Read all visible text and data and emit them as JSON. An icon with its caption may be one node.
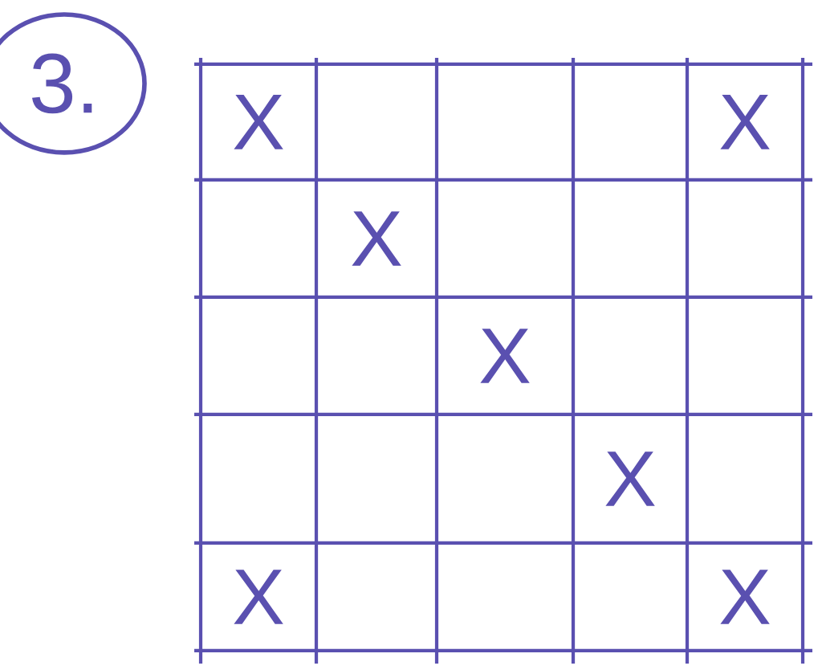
{
  "diagram": {
    "nodes": [
      {
        "text": [
          "3."
        ]
      }
    ],
    "labels": [
      "X",
      "X",
      "X",
      "X",
      "X",
      "X",
      "X"
    ]
  }
}
